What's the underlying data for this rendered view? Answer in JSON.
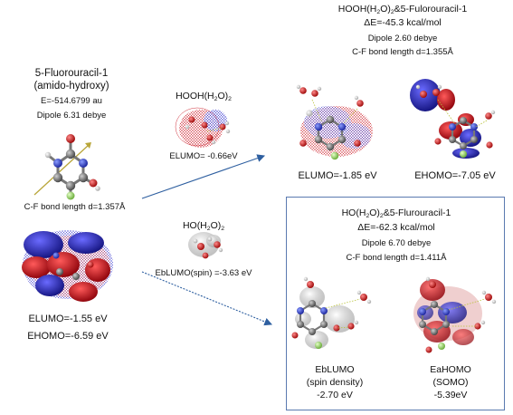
{
  "left": {
    "title": "5-Fluorouracil-1",
    "subtitle": "(amido-hydroxy)",
    "energy": "E=-514.6799 au",
    "dipole": "Dipole 6.31 debye",
    "bond": "C-F  bond length d=1.357Å",
    "lumo": "ELUMO=-1.55 eV",
    "homo": "EHOMO=-6.59 eV"
  },
  "mid_top": {
    "label_pre": "HOOH(H",
    "label_sub1": "2",
    "label_mid": "O)",
    "label_sub2": "2",
    "lumo": "ELUMO= -0.66eV"
  },
  "mid_bottom": {
    "label_pre": "HO(H",
    "label_sub1": "2",
    "label_mid": "O)",
    "label_sub2": "2",
    "lumo": "EbLUMO(spin) =-3.63 eV"
  },
  "right_top": {
    "title_pre": "HOOH(H",
    "title_sub1": "2",
    "title_mid": "O)",
    "title_sub2": "2",
    "title_post": "&5-Fulorouracil-1",
    "delta": "ΔE=-45.3 kcal/mol",
    "dipole": "Dipole 2.60 debye",
    "bond": "C-F  bond length d=1.355Å",
    "lumo": "ELUMO=-1.85 eV",
    "homo": "EHOMO=-7.05 eV"
  },
  "right_bottom": {
    "title_pre": "HO(H",
    "title_sub1": "2",
    "title_mid": "O)",
    "title_sub2": "2",
    "title_post": "&5-Flurouracil-1",
    "delta": "ΔE=-62.3 kcal/mol",
    "dipole": "Dipole 6.70 debye",
    "bond": "C-F  bond length d=1.411Å",
    "lumo_label": "EbLUMO",
    "lumo_sub": "(spin density)",
    "lumo_value": "-2.70 eV",
    "homo_label": "EaHOMO",
    "homo_sub": "(SOMO)",
    "homo_value": "-5.39eV"
  },
  "colors": {
    "arrow": "#2e5fa0",
    "box": "#5a7ab0",
    "positive": "#c8101a",
    "negative": "#1d1fa8",
    "carbon": "#6b6b6b",
    "oxygen": "#d01818",
    "nitrogen": "#2f3fc8",
    "fluorine": "#9fd870",
    "hydrogen": "#e8e8e8"
  }
}
